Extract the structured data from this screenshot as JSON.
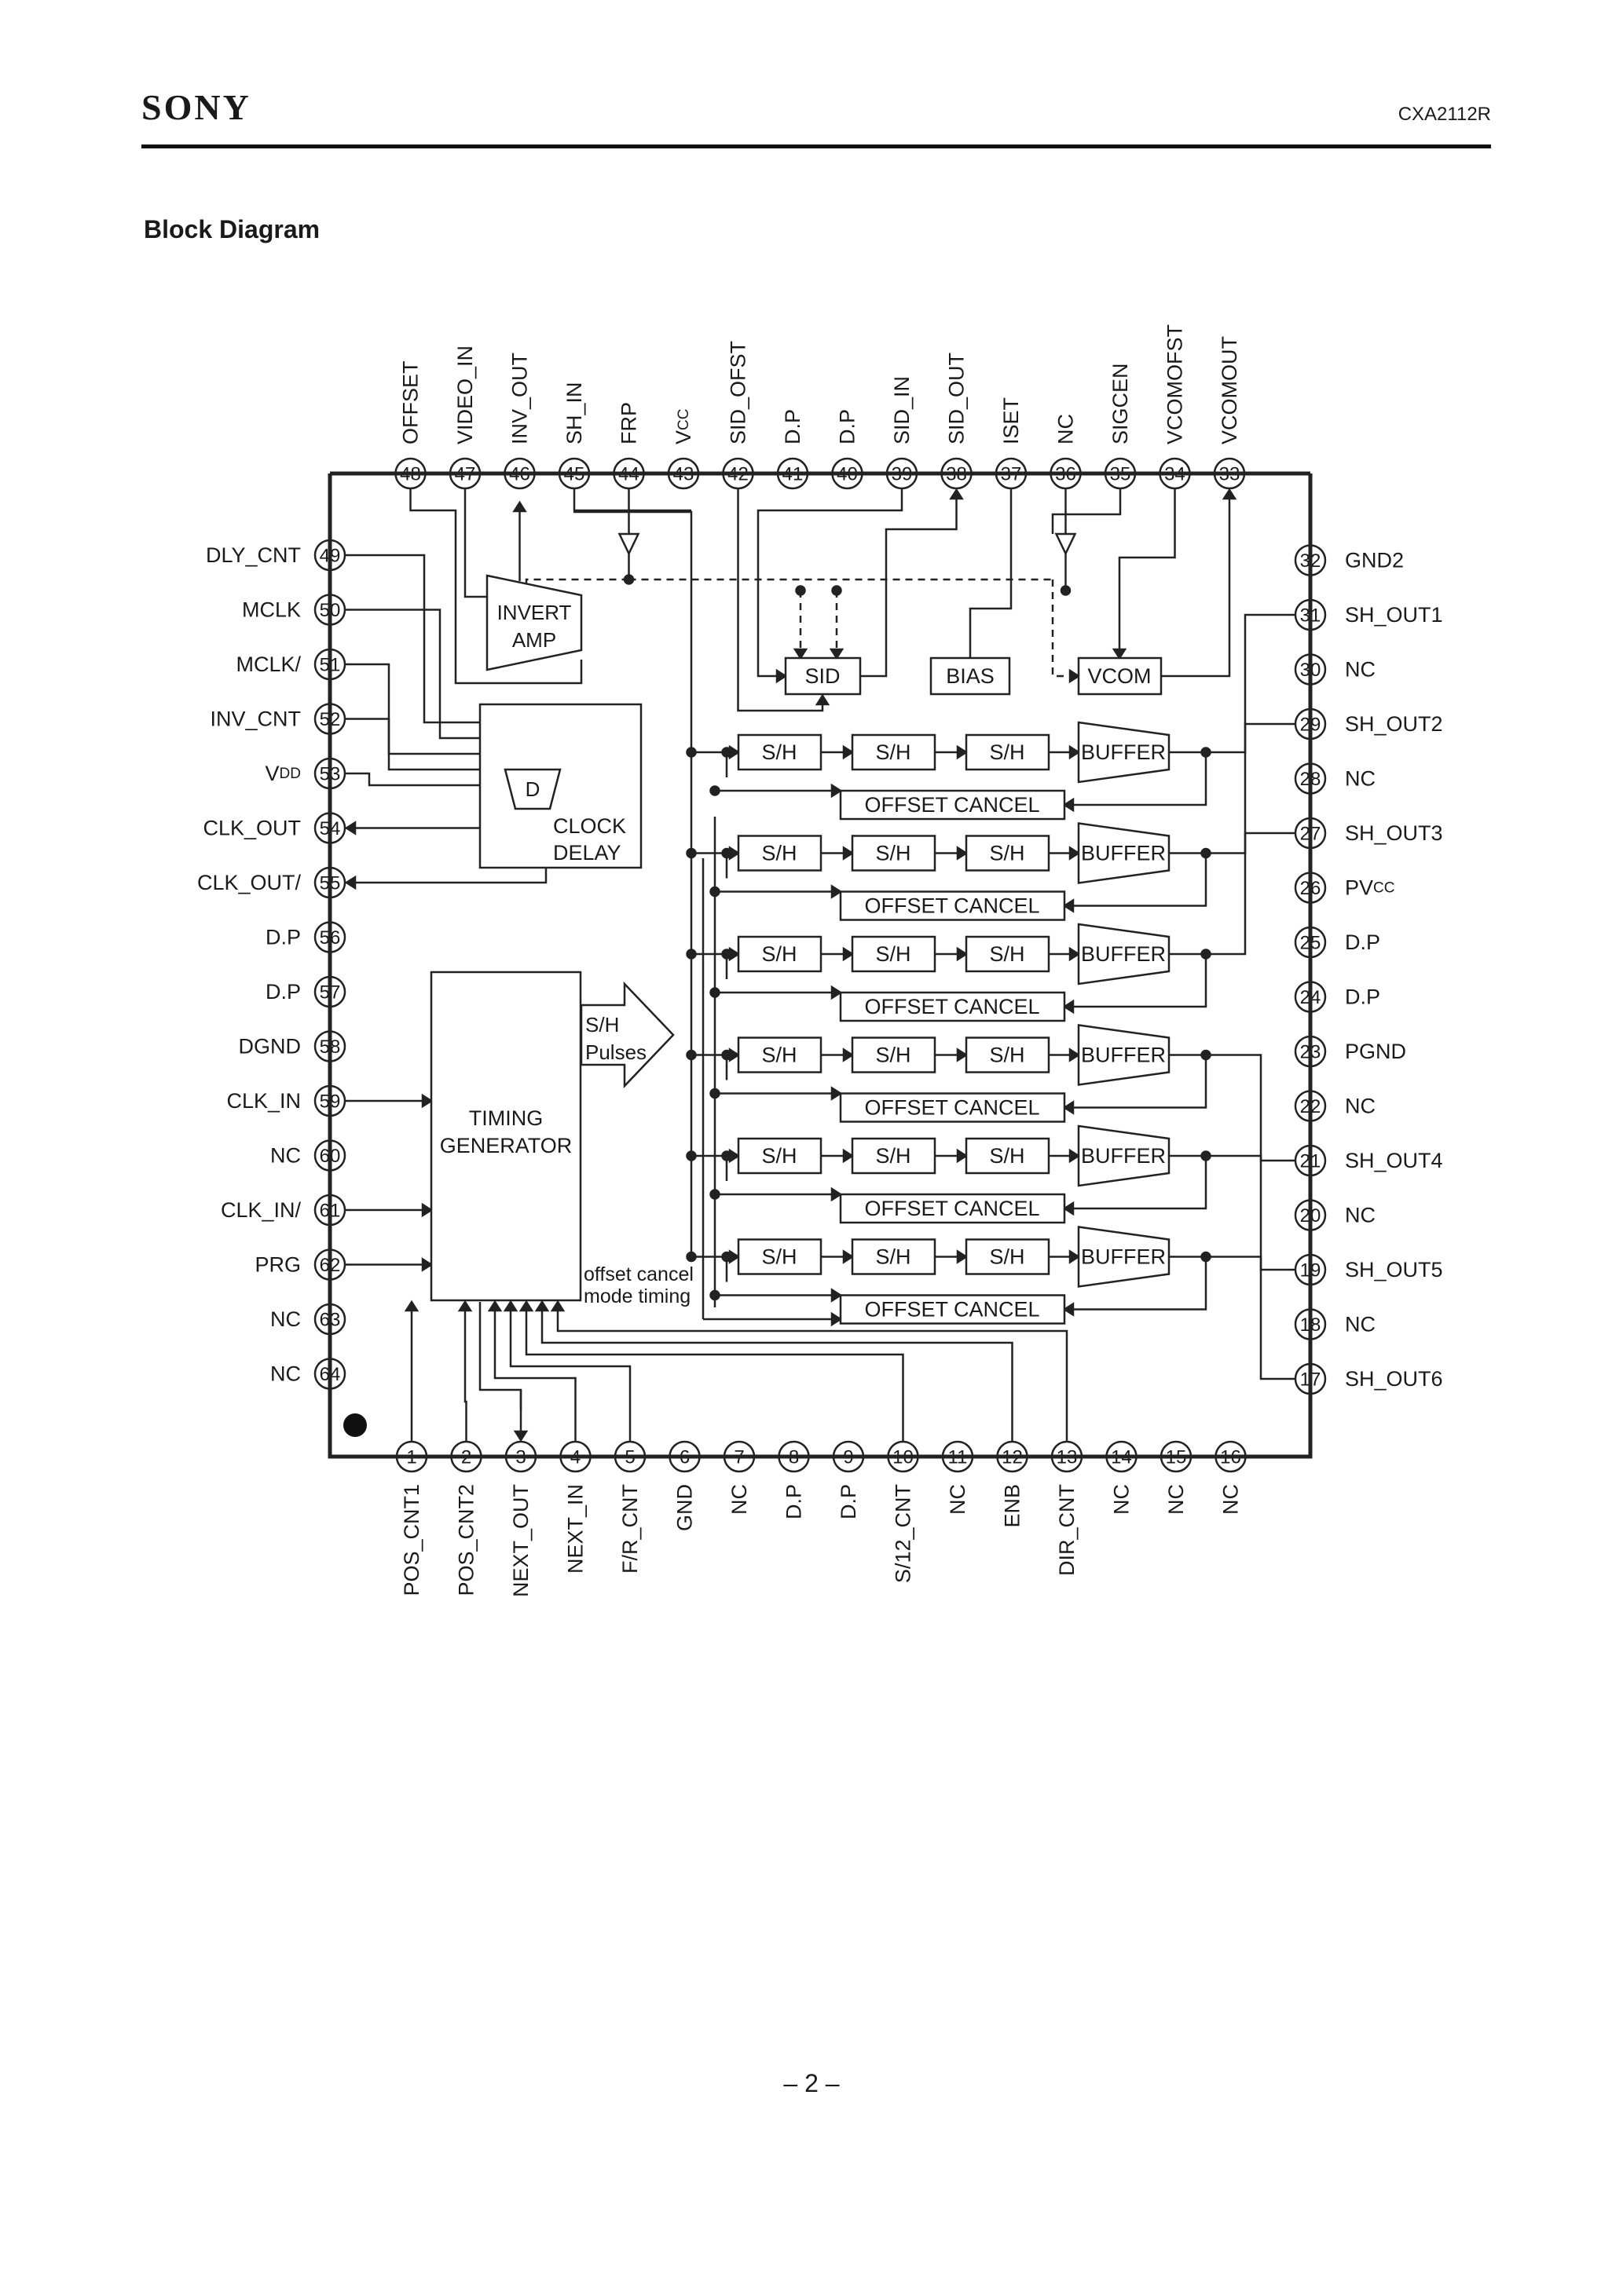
{
  "header": {
    "brand": "SONY",
    "part_number": "CXA2112R"
  },
  "section_title": "Block Diagram",
  "page_number": "– 2 –",
  "pins": [
    {
      "num": "1",
      "name": "POS_CNT1"
    },
    {
      "num": "2",
      "name": "POS_CNT2"
    },
    {
      "num": "3",
      "name": "NEXT_OUT"
    },
    {
      "num": "4",
      "name": "NEXT_IN"
    },
    {
      "num": "5",
      "name": "F/R_CNT"
    },
    {
      "num": "6",
      "name": "GND"
    },
    {
      "num": "7",
      "name": "NC"
    },
    {
      "num": "8",
      "name": "D.P"
    },
    {
      "num": "9",
      "name": "D.P"
    },
    {
      "num": "10",
      "name": "S/12_CNT"
    },
    {
      "num": "11",
      "name": "NC"
    },
    {
      "num": "12",
      "name": "ENB"
    },
    {
      "num": "13",
      "name": "DIR_CNT"
    },
    {
      "num": "14",
      "name": "NC"
    },
    {
      "num": "15",
      "name": "NC"
    },
    {
      "num": "16",
      "name": "NC"
    },
    {
      "num": "17",
      "name": "SH_OUT6"
    },
    {
      "num": "18",
      "name": "NC"
    },
    {
      "num": "19",
      "name": "SH_OUT5"
    },
    {
      "num": "20",
      "name": "NC"
    },
    {
      "num": "21",
      "name": "SH_OUT4"
    },
    {
      "num": "22",
      "name": "NC"
    },
    {
      "num": "23",
      "name": "PGND"
    },
    {
      "num": "24",
      "name": "D.P"
    },
    {
      "num": "25",
      "name": "D.P"
    },
    {
      "num": "26",
      "name": "PVCC"
    },
    {
      "num": "27",
      "name": "SH_OUT3"
    },
    {
      "num": "28",
      "name": "NC"
    },
    {
      "num": "29",
      "name": "SH_OUT2"
    },
    {
      "num": "30",
      "name": "NC"
    },
    {
      "num": "31",
      "name": "SH_OUT1"
    },
    {
      "num": "32",
      "name": "GND2"
    },
    {
      "num": "33",
      "name": "VCOMOUT"
    },
    {
      "num": "34",
      "name": "VCOMOFST"
    },
    {
      "num": "35",
      "name": "SIGCEN"
    },
    {
      "num": "36",
      "name": "NC"
    },
    {
      "num": "37",
      "name": "ISET"
    },
    {
      "num": "38",
      "name": "SID_OUT"
    },
    {
      "num": "39",
      "name": "SID_IN"
    },
    {
      "num": "40",
      "name": "D.P"
    },
    {
      "num": "41",
      "name": "D.P"
    },
    {
      "num": "42",
      "name": "SID_OFST"
    },
    {
      "num": "43",
      "name": "VCC"
    },
    {
      "num": "44",
      "name": "FRP"
    },
    {
      "num": "45",
      "name": "SH_IN"
    },
    {
      "num": "46",
      "name": "INV_OUT"
    },
    {
      "num": "47",
      "name": "VIDEO_IN"
    },
    {
      "num": "48",
      "name": "OFFSET"
    },
    {
      "num": "49",
      "name": "DLY_CNT"
    },
    {
      "num": "50",
      "name": "MCLK"
    },
    {
      "num": "51",
      "name": "MCLK/"
    },
    {
      "num": "52",
      "name": "INV_CNT"
    },
    {
      "num": "53",
      "name": "VDD"
    },
    {
      "num": "54",
      "name": "CLK_OUT"
    },
    {
      "num": "55",
      "name": "CLK_OUT/"
    },
    {
      "num": "56",
      "name": "D.P"
    },
    {
      "num": "57",
      "name": "D.P"
    },
    {
      "num": "58",
      "name": "DGND"
    },
    {
      "num": "59",
      "name": "CLK_IN"
    },
    {
      "num": "60",
      "name": "NC"
    },
    {
      "num": "61",
      "name": "CLK_IN/"
    },
    {
      "num": "62",
      "name": "PRG"
    },
    {
      "num": "63",
      "name": "NC"
    },
    {
      "num": "64",
      "name": "NC"
    }
  ],
  "blocks": {
    "invert_amp": [
      "INVERT",
      "AMP"
    ],
    "clock_delay": [
      "CLOCK",
      "DELAY"
    ],
    "delay_d": "D",
    "sid": "SID",
    "bias": "BIAS",
    "vcom": "VCOM",
    "timing_generator": [
      "TIMING",
      "GENERATOR"
    ],
    "sh_pulses": [
      "S/H",
      "Pulses"
    ],
    "offset_cancel_mode": [
      "offset cancel",
      "mode timing"
    ],
    "sample_hold": "S/H",
    "buffer": "BUFFER",
    "offset_cancel": "OFFSET CANCEL"
  }
}
